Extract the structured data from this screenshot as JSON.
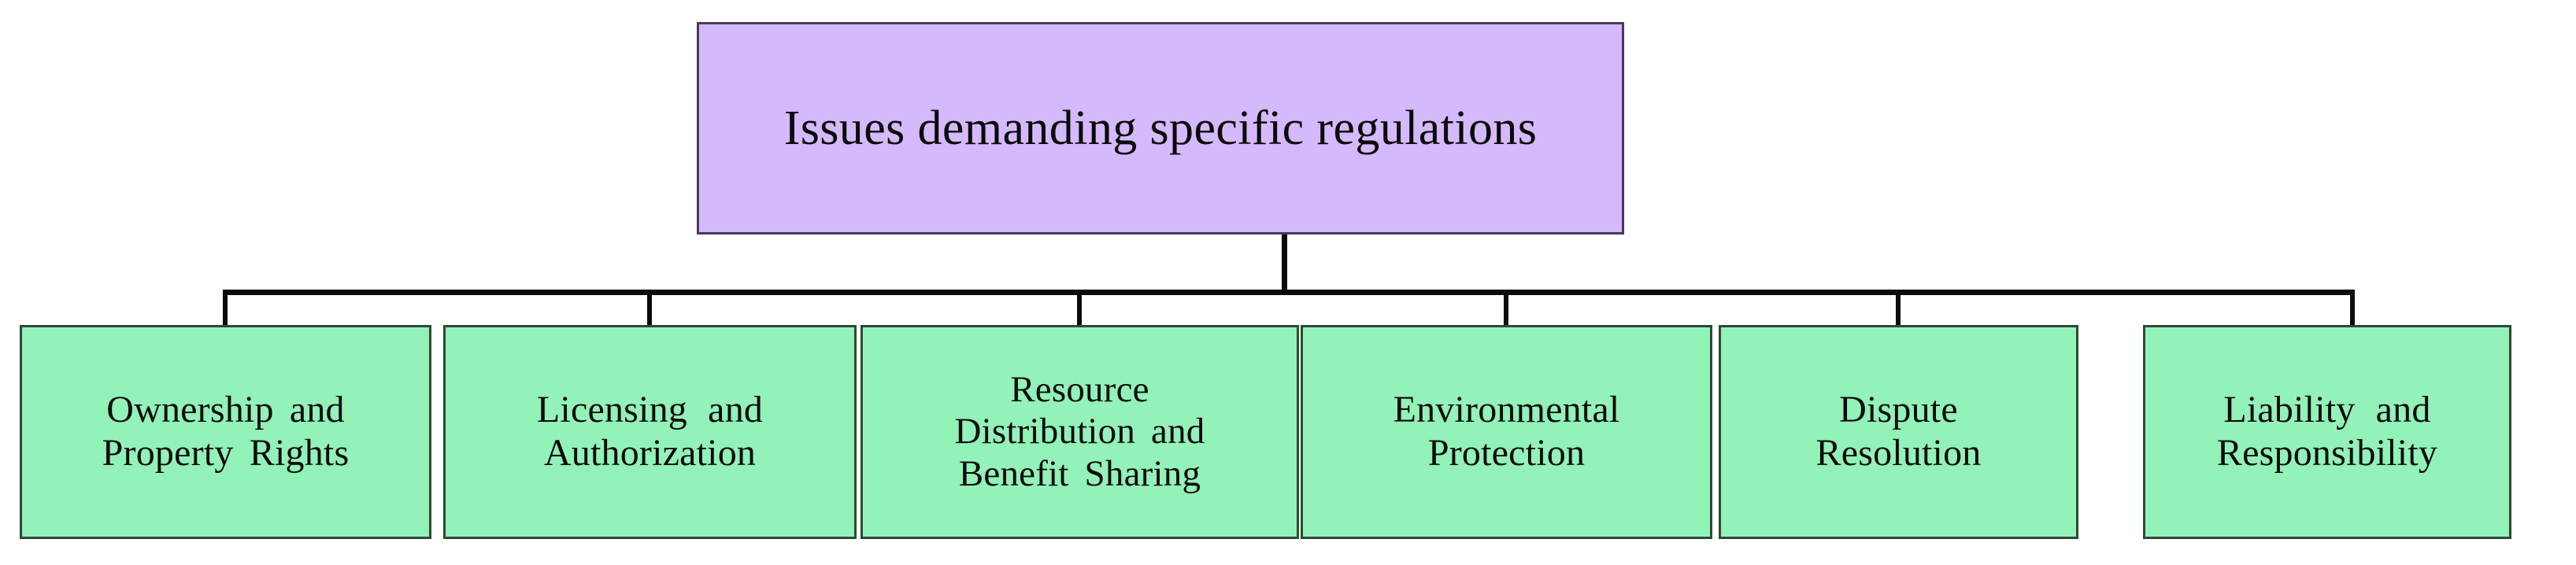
{
  "diagram": {
    "type": "hierarchy-tree",
    "orientation": "top-down",
    "root": {
      "label": "Issues demanding specific regulations",
      "fill": "#d4b9fc",
      "border": "#493a5b"
    },
    "leaf_style": {
      "fill": "#92f2b8",
      "border": "#2d4a34"
    },
    "connector_color": "#0b0b0b",
    "background": "#ffffff",
    "children": [
      {
        "label": "Ownership and\nProperty Rights"
      },
      {
        "label": "Licensing and\nAuthorization"
      },
      {
        "label": "Resource\nDistribution and\nBenefit Sharing"
      },
      {
        "label": "Environmental\nProtection"
      },
      {
        "label": "Dispute\nResolution"
      },
      {
        "label": "Liability and\nResponsibility"
      }
    ]
  }
}
